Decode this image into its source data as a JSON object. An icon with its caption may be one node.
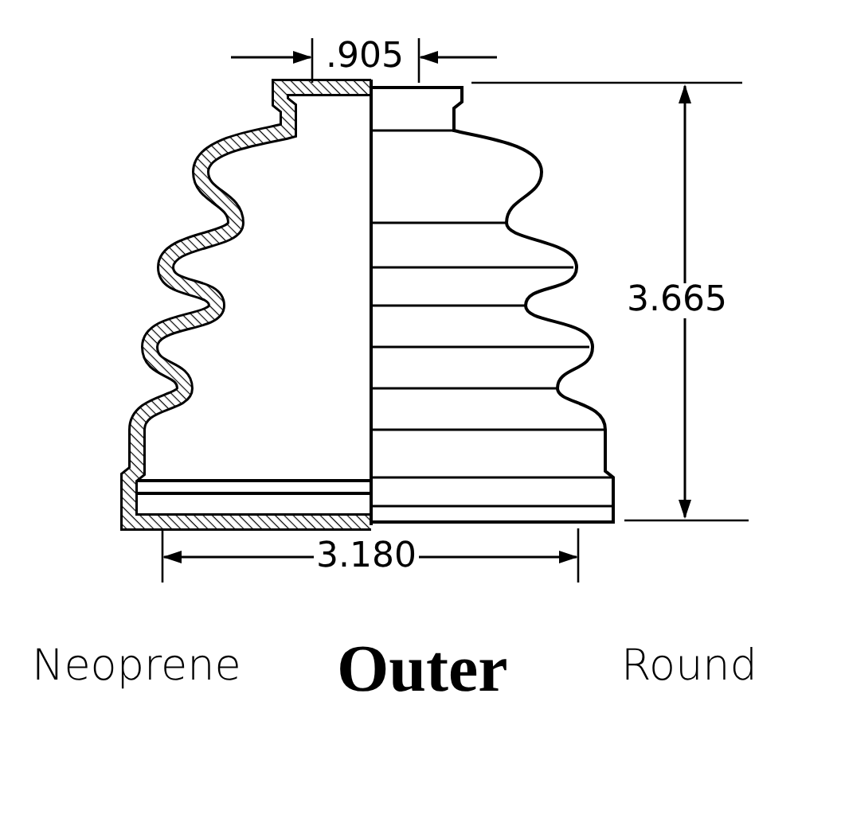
{
  "diagram": {
    "labels": [
      ".905",
      "3.665",
      "3.180",
      "Neoprene",
      "Outer",
      "Round"
    ]
  }
}
